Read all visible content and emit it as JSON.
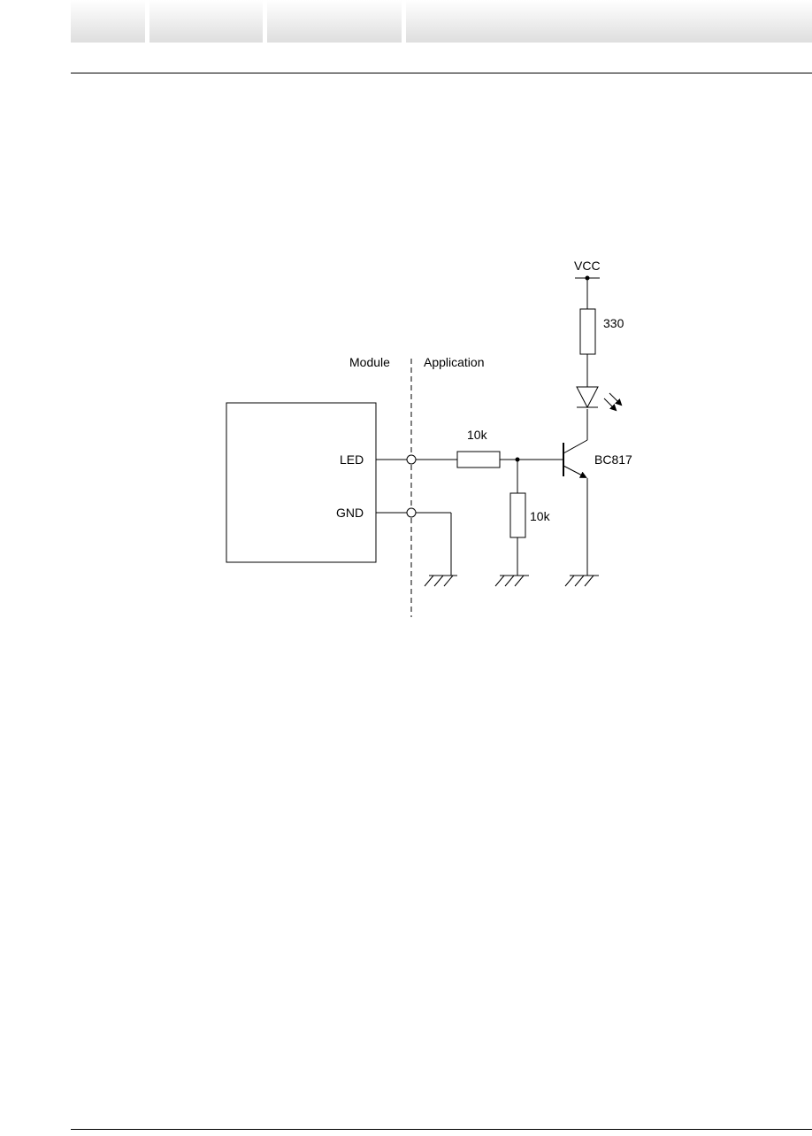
{
  "diagram": {
    "labels": {
      "module": "Module",
      "application": "Application",
      "led_pin": "LED",
      "gnd_pin": "GND",
      "vcc": "VCC",
      "r_collector": "330",
      "r_base": "10k",
      "r_pulldown": "10k",
      "transistor": "BC817"
    }
  }
}
